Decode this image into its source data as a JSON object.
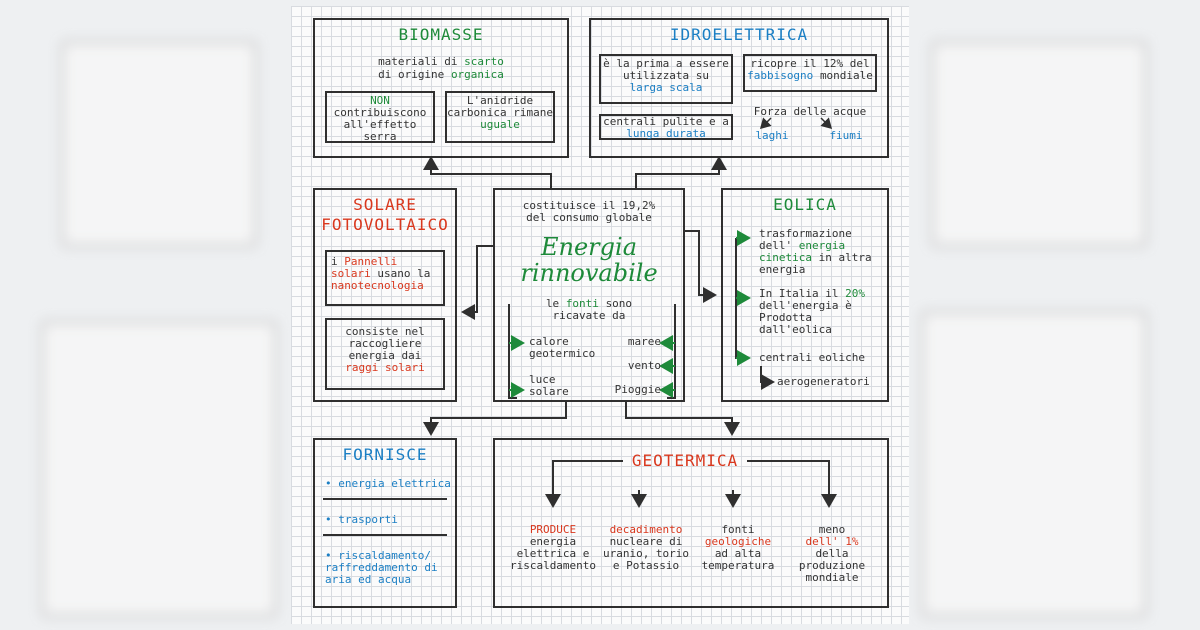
{
  "biomasse": {
    "title": "BIOMASSE",
    "line1": "materiali di",
    "line1_hl": "scarto",
    "line2": "di origine",
    "line2_hl": "organica",
    "sub1_hl": "NON",
    "sub1": "contribuiscono all'effetto serra",
    "sub2": "L'anidride carbonica rimane",
    "sub2_hl": "uguale"
  },
  "idro": {
    "title": "IDROELETTRICA",
    "a1": "è la prima a essere utilizzata su",
    "a1_hl": "larga scala",
    "a2": "ricopre il 12% del",
    "a2_hl": "fabbisogno",
    "a2_end": "mondiale",
    "a3": "centrali pulite e a",
    "a3_hl": "lunga durata",
    "forza": "Forza delle acque",
    "laghi": "laghi",
    "fiumi": "fiumi"
  },
  "solare": {
    "title1": "SOLARE",
    "title2": "FOTOVOLTAICO",
    "b1_a": "i",
    "b1_hl1": "Pannelli solari",
    "b1_b": "usano la",
    "b1_hl2": "nanotecnologia",
    "b2": "consiste nel raccogliere energia dai",
    "b2_hl": "raggi solari"
  },
  "center": {
    "top": "costituisce il 19,2% del consumo globale",
    "title1": "Energia",
    "title2": "rinnovabile",
    "fonti_a": "le",
    "fonti_hl": "fonti",
    "fonti_b": "sono ricavate da",
    "s_calore": "calore geotermico",
    "s_maree": "maree",
    "s_vento": "vento",
    "s_luce": "luce solare",
    "s_piogge": "Pioggie"
  },
  "eolica": {
    "title": "EOLICA",
    "e1_a": "trasformazione dell'",
    "e1_hl": "energia cinetica",
    "e1_b": "in altra energia",
    "e2_a": "In Italia il",
    "e2_hl": "20%",
    "e2_b": "dell'energia è Prodotta dall'eolica",
    "e3": "centrali eoliche",
    "e4": "aerogeneratori"
  },
  "fornisce": {
    "title": "FORNISCE",
    "items": [
      "• energia elettrica",
      "• trasporti",
      "• riscaldamento/ raffreddamento di aria ed acqua"
    ]
  },
  "geo": {
    "title": "GEOTERMICA",
    "c1_hl": "PRODUCE",
    "c1": "energia elettrica e riscaldamento",
    "c2_hl": "decadimento",
    "c2": "nucleare di uranio, torio e Potassio",
    "c3_a": "fonti",
    "c3_hl": "geologiche",
    "c3_b": "ad alta temperatura",
    "c4_a": "meno",
    "c4_hl": "dell' 1%",
    "c4_b": "della produzione mondiale"
  },
  "colors": {
    "green": "#1e8a3a",
    "blue": "#1b7fc4",
    "red": "#d9381e",
    "ink": "#2f2f2f"
  }
}
